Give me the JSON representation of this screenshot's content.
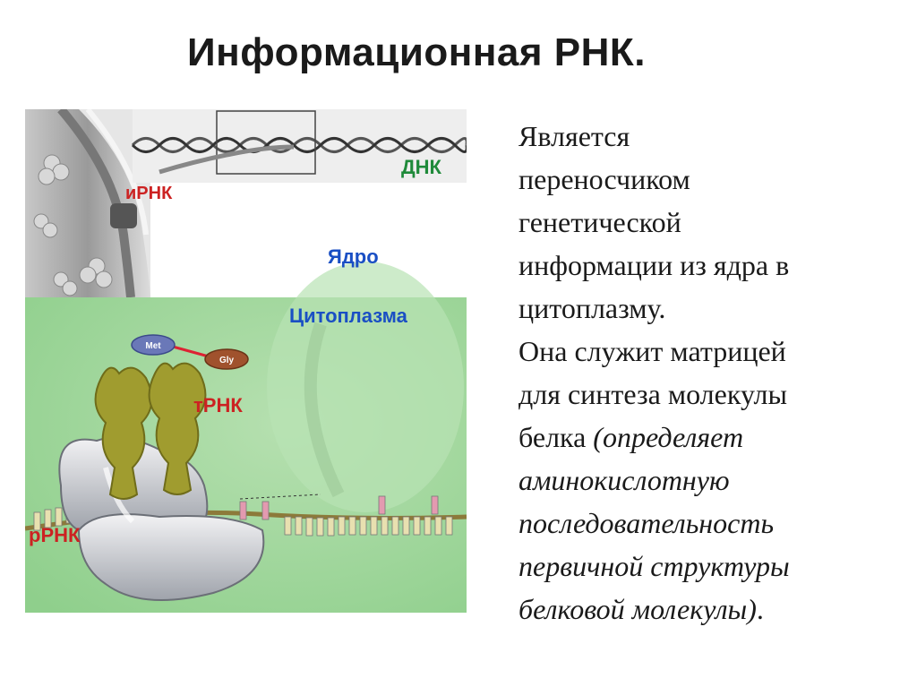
{
  "slide": {
    "title": "Информационная РНК."
  },
  "figure": {
    "labels": {
      "mrna": "иРНК",
      "dna": "ДНК",
      "nucleus": "Ядро",
      "cytoplasm": "Цитоплазма",
      "trna": "тРНК",
      "rrna": "рРНК",
      "met": "Met",
      "gly": "Gly"
    }
  },
  "body": {
    "lines": [
      "Является",
      "переносчиком",
      "генетической",
      "информации из ядра в",
      "цитоплазму.",
      "Она служит матрицей",
      "для синтеза молекулы"
    ],
    "line8_plain": "белка ",
    "line8_italic": "(определяет",
    "italic_lines": [
      "аминокислотную",
      "последовательность",
      "первичной структуры",
      "белковой молекулы)"
    ],
    "final_period": "."
  },
  "colors": {
    "label_red": "#cc2222",
    "label_blue": "#1a4fc4",
    "label_green": "#1f8a3a",
    "cytoplasm_green": "#a3d9a0",
    "trna_olive": "#9c9a2e"
  }
}
